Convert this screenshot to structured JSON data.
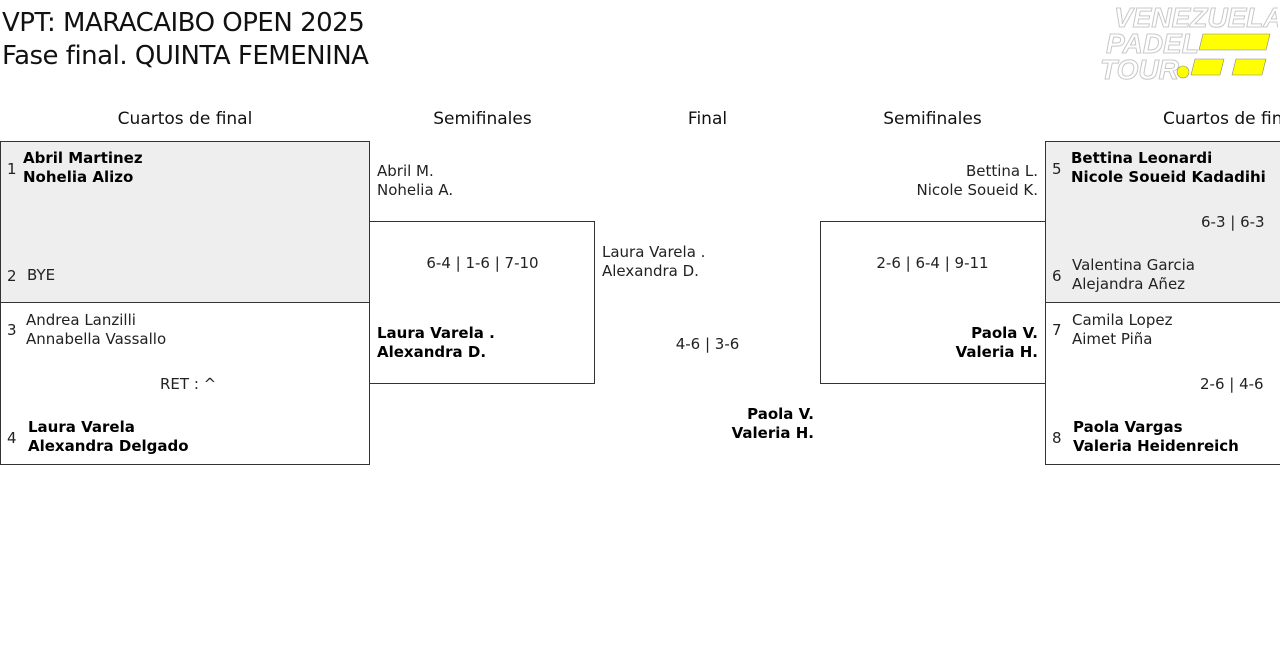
{
  "header": {
    "title_line1": "VPT: MARACAIBO OPEN 2025",
    "title_line2": "Fase final. QUINTA FEMENINA",
    "logo_text": [
      "VENEZUELA",
      "PADEL",
      "TOUR"
    ]
  },
  "rounds": {
    "left_qf": "Cuartos de final",
    "left_sf": "Semifinales",
    "final": "Final",
    "right_sf": "Semifinales",
    "right_qf": "Cuartos de fin"
  },
  "left_qf": {
    "m1": {
      "seed_a": "1",
      "a1": "Abril Martinez",
      "a2": "Nohelia Alizo",
      "seed_b": "2",
      "b1": "BYE"
    },
    "m2": {
      "seed_a": "3",
      "a1": "Andrea Lanzilli",
      "a2": "Annabella Vassallo",
      "score": "RET : ^",
      "seed_b": "4",
      "b1": "Laura Varela",
      "b2": "Alexandra Delgado"
    }
  },
  "left_sf": {
    "a1": "Abril M.",
    "a2": "Nohelia A.",
    "score": "6-4 | 1-6 | 7-10",
    "b1": "Laura Varela .",
    "b2": "Alexandra D."
  },
  "final": {
    "a1": "Laura Varela .",
    "a2": "Alexandra D.",
    "score": "4-6 | 3-6",
    "b1": "Paola V.",
    "b2": "Valeria H."
  },
  "right_sf": {
    "a1": "Bettina L.",
    "a2": "Nicole Soueid K.",
    "score": "2-6 | 6-4 | 9-11",
    "b1": "Paola V.",
    "b2": "Valeria H."
  },
  "right_qf": {
    "m1": {
      "seed_a": "5",
      "a1": "Bettina Leonardi",
      "a2": "Nicole Soueid Kadadihi",
      "score": "6-3 | 6-3",
      "seed_b": "6",
      "b1": "Valentina Garcia",
      "b2": "Alejandra Añez"
    },
    "m2": {
      "seed_a": "7",
      "a1": "Camila Lopez",
      "a2": "Aimet Piña",
      "score": "2-6 | 4-6",
      "seed_b": "8",
      "b1": "Paola Vargas",
      "b2": "Valeria Heidenreich"
    }
  },
  "colors": {
    "accent": "#ffff00",
    "box_fill": "#eeeeee",
    "border": "#333333"
  }
}
